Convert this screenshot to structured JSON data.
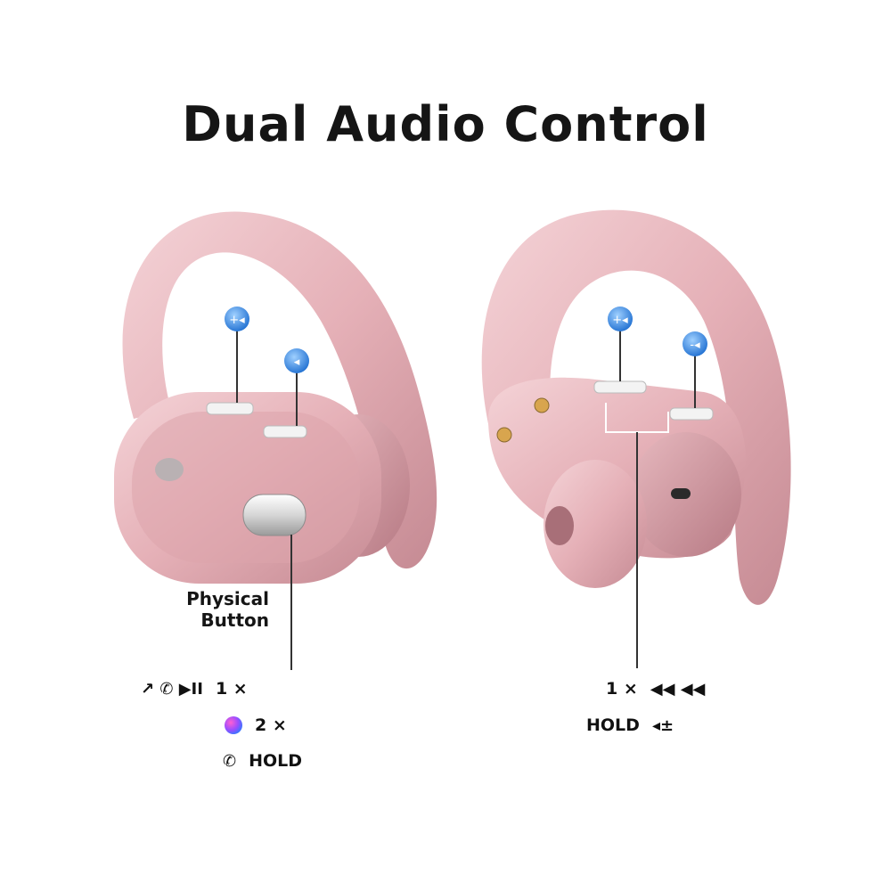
{
  "title": "Dual Audio Control",
  "physical_button_label": {
    "line1": "Physical",
    "line2": "Button"
  },
  "left_controls": [
    {
      "icons": [
        "hang-up-icon",
        "phone-answer-icon",
        "play-pause-icon"
      ],
      "glyphs": "↗ ✆ ▶II",
      "action": "1 ×"
    },
    {
      "icons": [
        "siri-icon"
      ],
      "action": "2 ×"
    },
    {
      "icons": [
        "reject-call-icon"
      ],
      "glyphs": "✆",
      "action": "HOLD"
    }
  ],
  "right_controls": [
    {
      "icons": [
        "previous-track-icon",
        "next-track-icon"
      ],
      "glyphs": "◀◀ ◀◀",
      "action": "1 ×"
    },
    {
      "icons": [
        "volume-icon"
      ],
      "glyphs": "◂±",
      "action": "HOLD"
    }
  ],
  "colors": {
    "earbud": "#e7b7bd",
    "earbud_dark": "#c98d96",
    "accent": "#2e86de",
    "text": "#151515"
  }
}
